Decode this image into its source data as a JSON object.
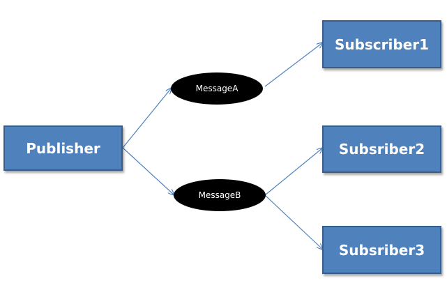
{
  "diagram": {
    "nodes": {
      "publisher": "Publisher",
      "message_a": "MessageA",
      "message_b": "MessageB",
      "subscriber1": "Subscriber1",
      "subscriber2": "Subsriber2",
      "subscriber3": "Subsriber3"
    },
    "edges": [
      {
        "from": "Publisher",
        "to": "MessageA"
      },
      {
        "from": "Publisher",
        "to": "MessageB"
      },
      {
        "from": "MessageA",
        "to": "Subscriber1"
      },
      {
        "from": "MessageB",
        "to": "Subsriber2"
      },
      {
        "from": "MessageB",
        "to": "Subsriber3"
      }
    ],
    "colors": {
      "box_fill": "#4f81bd",
      "box_border": "#385d8a",
      "ellipse_fill": "#000000",
      "arrow": "#4f81bd",
      "text": "#ffffff"
    }
  }
}
